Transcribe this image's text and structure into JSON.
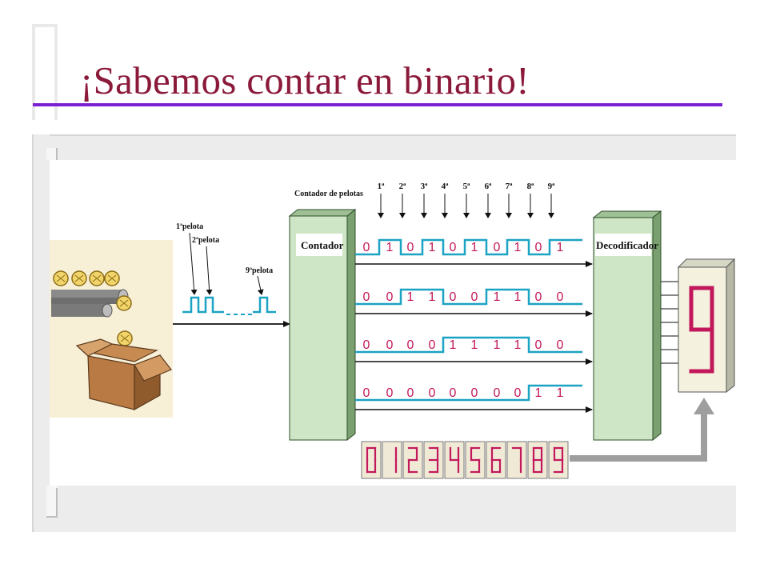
{
  "title": "¡Sabemos contar en binario!",
  "colors": {
    "title": "#8b1a3a",
    "underline": "#7b1fd4",
    "block_fill": "#cfe6c6",
    "wave": "#1aa3c2",
    "bits": "#c2185b",
    "arrow_gray": "#9e9e9e"
  },
  "diagram": {
    "ball_labels": [
      "1ªpelota",
      "2ªpelota",
      "9ªpelota"
    ],
    "counter_group_label": "Contador de pelotas",
    "counter_label": "Contador",
    "decoder_label": "Decodificador",
    "pulse_labels": [
      "1ª",
      "2ª",
      "3ª",
      "4ª",
      "5ª",
      "6ª",
      "7ª",
      "8ª",
      "9ª"
    ],
    "bit_rows": [
      [
        "0",
        "1",
        "0",
        "1",
        "0",
        "1",
        "0",
        "1",
        "0",
        "1"
      ],
      [
        "0",
        "0",
        "1",
        "1",
        "0",
        "0",
        "1",
        "1",
        "0",
        "0"
      ],
      [
        "0",
        "0",
        "0",
        "0",
        "1",
        "1",
        "1",
        "1",
        "0",
        "0"
      ],
      [
        "0",
        "0",
        "0",
        "0",
        "0",
        "0",
        "0",
        "0",
        "1",
        "1"
      ]
    ],
    "display_digit": "9",
    "digit_strip": [
      "0",
      "1",
      "2",
      "3",
      "4",
      "5",
      "6",
      "7",
      "8",
      "9"
    ],
    "icons": [
      "ball-icon",
      "box-icon",
      "roller-icon"
    ]
  }
}
